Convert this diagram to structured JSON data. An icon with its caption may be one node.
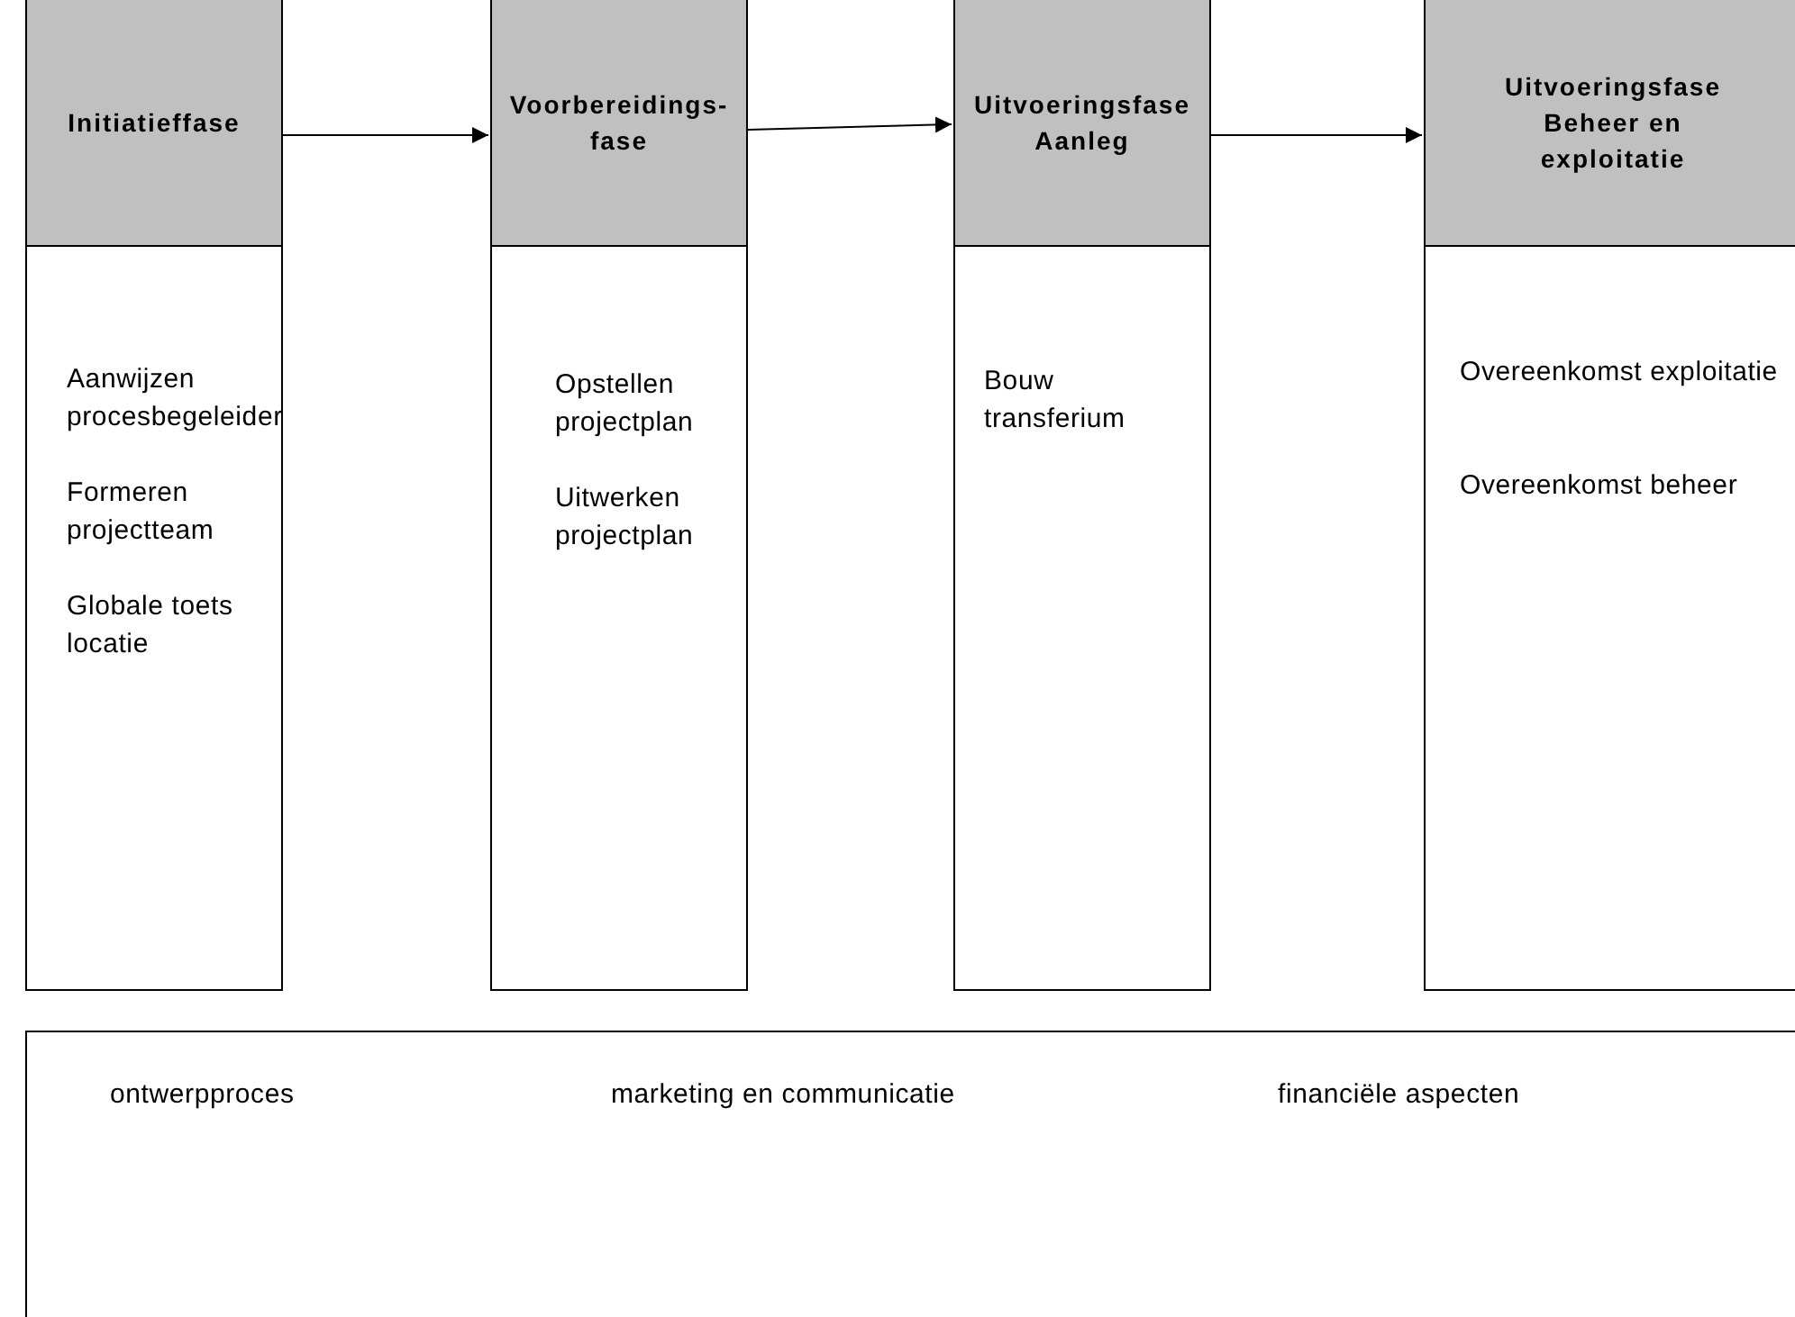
{
  "diagram": {
    "nodes": [
      {
        "text": [
          "Initiatieffase",
          "Aanwijzen procesbegeleider",
          "Formeren projectteam",
          "Globale toets locatie"
        ]
      },
      {
        "text": [
          "Voorbereidings- fase",
          "Opstellen projectplan",
          "Uitwerken projectplan"
        ]
      },
      {
        "text": [
          "Uitvoeringsfase Aanleg",
          "Bouw transferium"
        ]
      },
      {
        "text": [
          "Uitvoeringsfase Beheer en exploitatie",
          "Overeenkomst exploitatie",
          "Overeenkomst beheer"
        ]
      },
      {
        "text": [
          "ontwerpproces",
          "marketing en communicatie",
          "financiële aspecten"
        ]
      }
    ],
    "edges": [
      {
        "from": 0,
        "to": 1,
        "arrow": "to"
      },
      {
        "from": 1,
        "to": 2,
        "arrow": "to"
      },
      {
        "from": 2,
        "to": 3,
        "arrow": "to"
      }
    ]
  }
}
